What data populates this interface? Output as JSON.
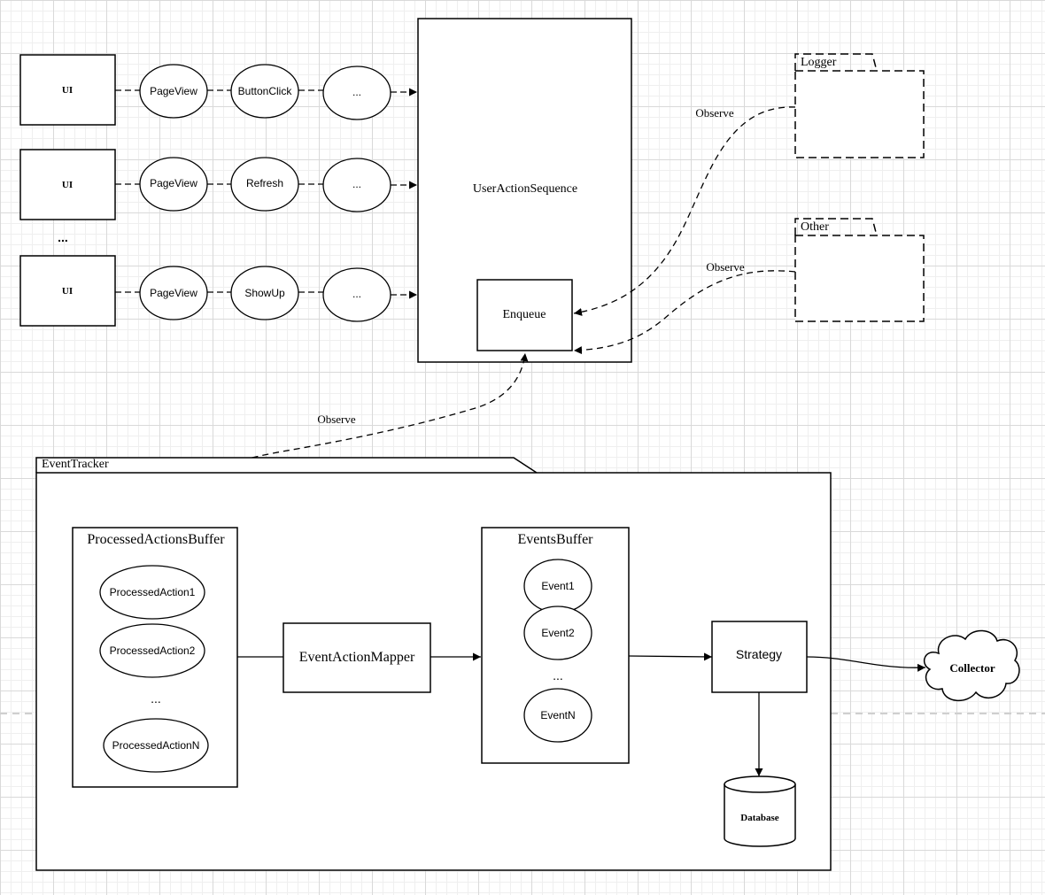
{
  "ui_rows": [
    {
      "box": "UI",
      "actions": [
        "PageView",
        "ButtonClick",
        "..."
      ]
    },
    {
      "box": "UI",
      "actions": [
        "PageView",
        "Refresh",
        "..."
      ]
    },
    {
      "box": "UI",
      "actions": [
        "PageView",
        "ShowUp",
        "..."
      ]
    }
  ],
  "ui_rows_ellipsis": "...",
  "user_action_sequence": {
    "label": "UserActionSequence",
    "enqueue": "Enqueue"
  },
  "observers": {
    "logger": "Logger",
    "other": "Other",
    "observe_label": "Observe"
  },
  "event_tracker": {
    "title": "EventTracker",
    "processed_buffer": {
      "title": "ProcessedActionsBuffer",
      "items": [
        "ProcessedAction1",
        "ProcessedAction2",
        "ProcessedActionN"
      ],
      "ellipsis": "..."
    },
    "mapper": "EventActionMapper",
    "events_buffer": {
      "title": "EventsBuffer",
      "items": [
        "Event1",
        "Event2",
        "EventN"
      ],
      "ellipsis": "..."
    },
    "strategy": "Strategy",
    "database": "Database"
  },
  "collector": "Collector"
}
